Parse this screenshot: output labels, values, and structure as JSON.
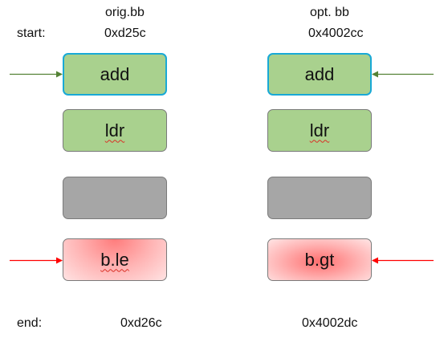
{
  "labels": {
    "start": "start:",
    "end": "end:"
  },
  "orig": {
    "title": "orig.bb",
    "start_addr": "0xd25c",
    "end_addr": "0xd26c",
    "blocks": {
      "add": "add",
      "ldr": "ldr",
      "cond_branch": "b.le"
    }
  },
  "opt": {
    "title": "opt. bb",
    "start_addr": "0x4002cc",
    "end_addr": "0x4002dc",
    "blocks": {
      "add": "add",
      "ldr": "ldr",
      "cond_branch": "b.gt"
    }
  },
  "colors": {
    "green_arrow": "#548235",
    "red_arrow": "#ff0000",
    "entry_border": "#19a9d6",
    "green_fill": "#a9d18e",
    "gray_fill": "#a6a6a6"
  }
}
